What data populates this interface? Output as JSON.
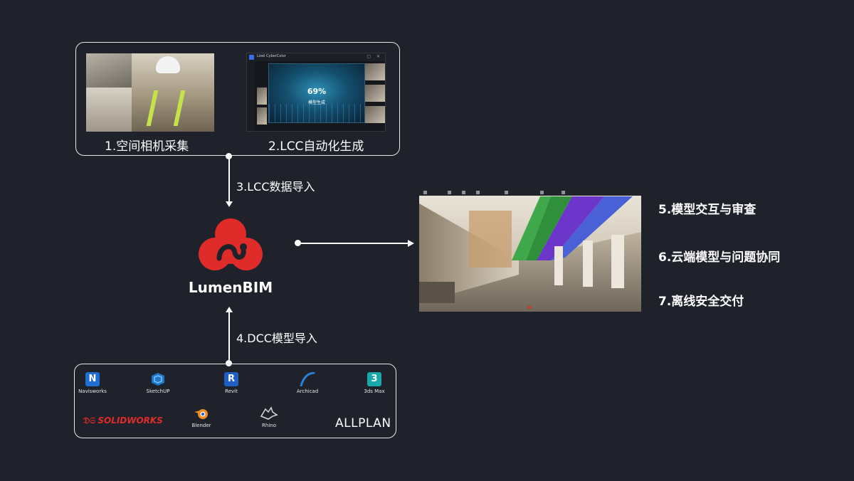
{
  "colors": {
    "background": "#1f222a",
    "accent_red": "#e02b2b",
    "line": "#ffffff"
  },
  "top_box": {
    "capture_caption": "1.空间相机采集",
    "generate_caption": "2.LCC自动化生成",
    "lcc_window": {
      "app_name": "Lixel CyberColor",
      "progress_percent": "69%",
      "progress_label": "模型生成",
      "progress_value": 69
    }
  },
  "arrows": {
    "lcc_import": "3.LCC数据导入",
    "dcc_import": "4.DCC模型导入"
  },
  "brand": {
    "name": "LumenBIM",
    "logo_icon": "lumenbim-logo-icon"
  },
  "features": [
    "5.模型交互与审查",
    "6.云端模型与问题协同",
    "7.离线安全交付"
  ],
  "software": {
    "row1": [
      {
        "name": "Navisworks",
        "icon": "navisworks-icon",
        "color": "#1f6fd1",
        "glyph": "N"
      },
      {
        "name": "SketchUP",
        "icon": "sketchup-icon",
        "color": "#1e78c8",
        "glyph": ""
      },
      {
        "name": "Revit",
        "icon": "revit-icon",
        "color": "#1f5fc4",
        "glyph": "R"
      },
      {
        "name": "Archicad",
        "icon": "archicad-icon",
        "color": "#2a7fd8",
        "glyph": ""
      },
      {
        "name": "3ds Max",
        "icon": "3dsmax-icon",
        "color": "#1aa7a8",
        "glyph": "3"
      }
    ],
    "row2": [
      {
        "name": "Blender",
        "icon": "blender-icon",
        "color": "#f08a24"
      },
      {
        "name": "Rhino",
        "icon": "rhino-icon",
        "color": "#d9d9d9"
      }
    ],
    "solidworks_logo": "SOLIDWORKS",
    "allplan_logo": "ALLPLAN"
  }
}
